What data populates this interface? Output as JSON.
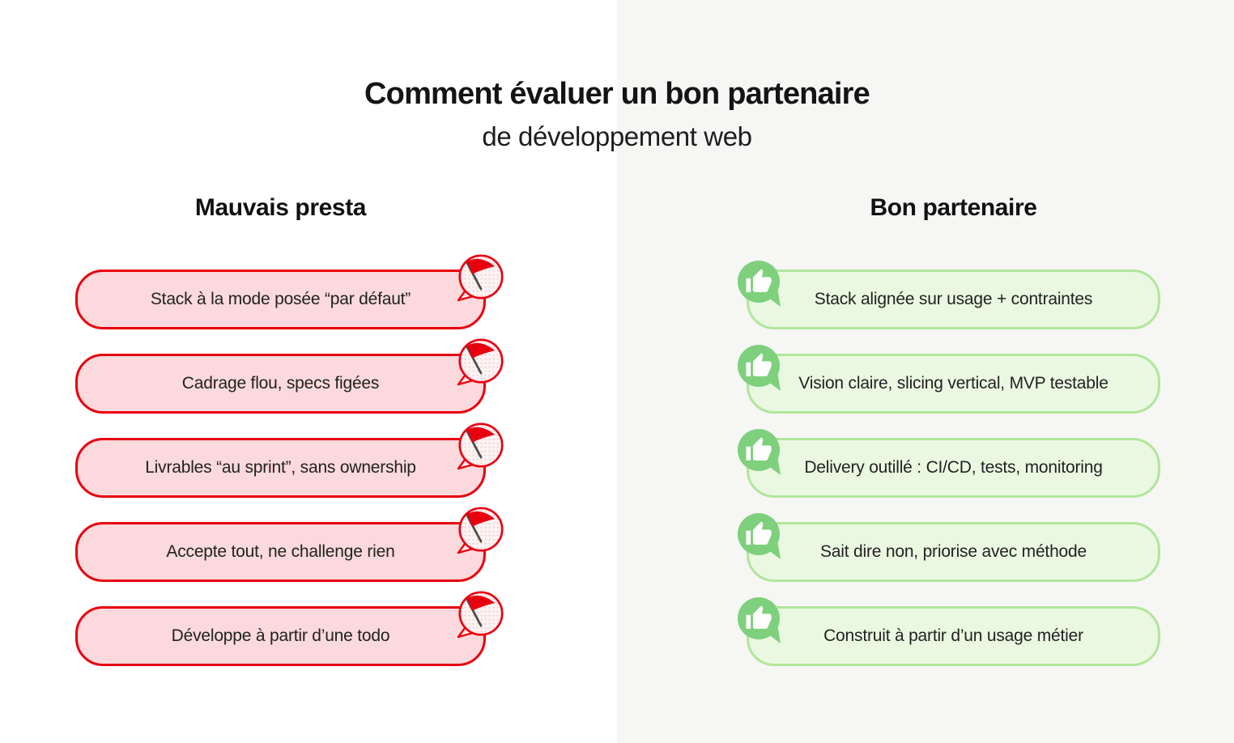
{
  "title": {
    "line1": "Comment évaluer un bon partenaire",
    "line2": "de développement web"
  },
  "columns": {
    "bad": {
      "heading": "Mauvais presta",
      "icon": "red-flag-bubble-icon",
      "items": [
        "Stack à la mode posée “par défaut”",
        "Cadrage flou, specs figées",
        "Livrables “au sprint”, sans ownership",
        "Accepte tout, ne challenge rien",
        "Développe à partir d’une todo"
      ]
    },
    "good": {
      "heading": "Bon partenaire",
      "icon": "thumbs-up-bubble-icon",
      "items": [
        "Stack alignée sur usage + contraintes",
        "Vision claire, slicing vertical, MVP testable",
        "Delivery outillé : CI/CD, tests, monitoring",
        "Sait dire non, priorise avec méthode",
        "Construit à partir d’un usage métier"
      ]
    }
  },
  "colors": {
    "bad_border": "#e8000f",
    "bad_fill": "#fbd9dc",
    "good_border": "#b2e69a",
    "good_fill": "#eaf8e2",
    "good_icon": "#7ed07d",
    "right_background": "#f6f6f5",
    "text": "#222222"
  }
}
